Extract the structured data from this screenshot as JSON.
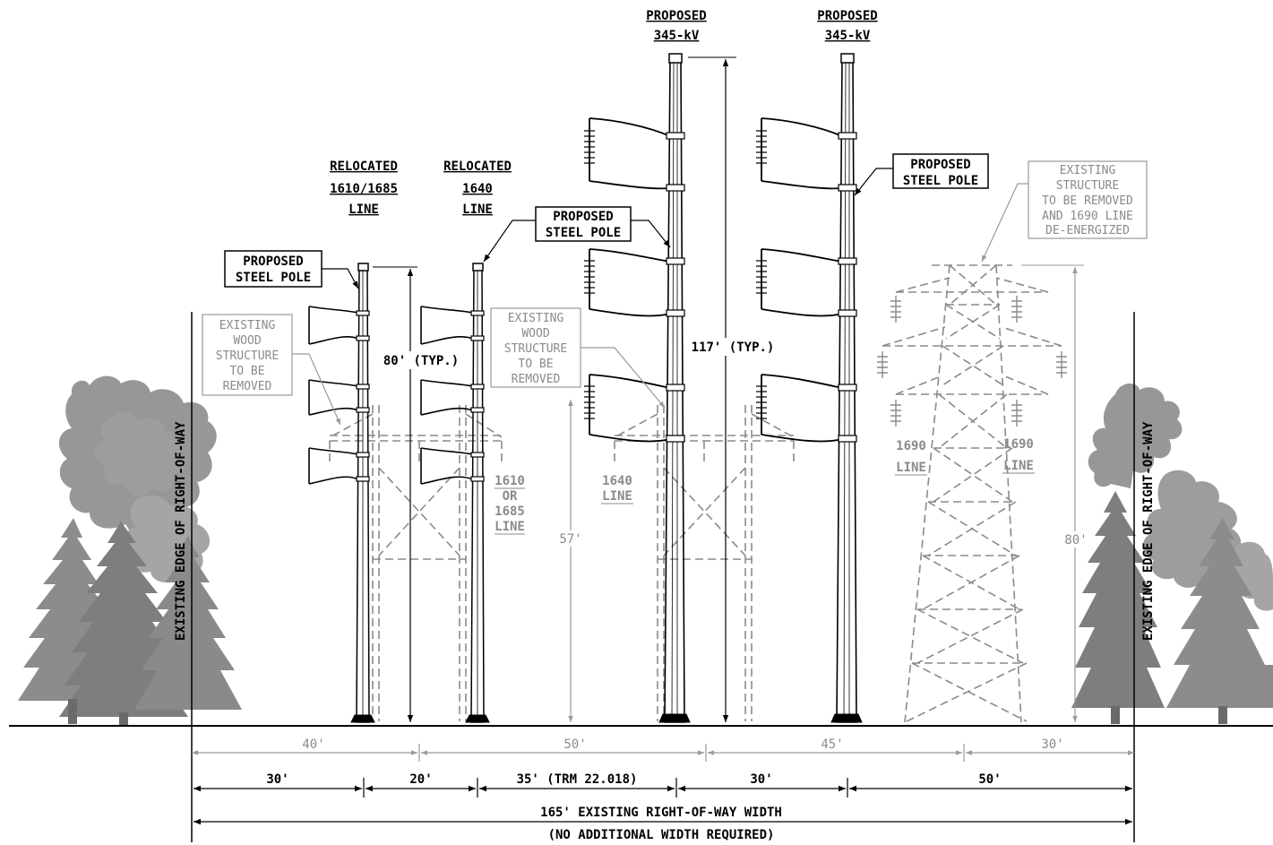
{
  "structures": {
    "relocated_1610": {
      "line1": "RELOCATED",
      "line2": "1610/1685",
      "line3": "LINE"
    },
    "relocated_1640": {
      "line1": "RELOCATED",
      "line2": "1640",
      "line3": "LINE"
    },
    "proposed_345_a": {
      "line1": "PROPOSED",
      "line2": "345-kV"
    },
    "proposed_345_b": {
      "line1": "PROPOSED",
      "line2": "345-kV"
    }
  },
  "callouts": {
    "steel_pole_1": {
      "line1": "PROPOSED",
      "line2": "STEEL POLE"
    },
    "steel_pole_2": {
      "line1": "PROPOSED",
      "line2": "STEEL POLE"
    },
    "steel_pole_3": {
      "line1": "PROPOSED",
      "line2": "STEEL POLE"
    },
    "wood_1": {
      "line1": "EXISTING",
      "line2": "WOOD",
      "line3": "STRUCTURE",
      "line4": "TO BE",
      "line5": "REMOVED"
    },
    "wood_2": {
      "line1": "EXISTING",
      "line2": "WOOD",
      "line3": "STRUCTURE",
      "line4": "TO BE",
      "line5": "REMOVED"
    },
    "tower": {
      "line1": "EXISTING",
      "line2": "STRUCTURE",
      "line3": "TO BE REMOVED",
      "line4": "AND 1690 LINE",
      "line5": "DE-ENERGIZED"
    }
  },
  "line_labels": {
    "l1610": {
      "line1": "1610",
      "line2": "OR",
      "line3": "1685",
      "line4": "LINE"
    },
    "l1640": {
      "line1": "1640",
      "line2": "LINE"
    },
    "l1690_left": {
      "line1": "1690",
      "line2": "LINE"
    },
    "l1690_right": {
      "line1": "1690",
      "line2": "LINE"
    }
  },
  "heights": {
    "h80_typ": "80' (TYP.)",
    "h117_typ": "117' (TYP.)",
    "h57": "57'",
    "h80": "80'"
  },
  "edge_label": "EXISTING EDGE OF RIGHT-OF-WAY",
  "existing_spacing": [
    "40'",
    "50'",
    "45'",
    "30'"
  ],
  "proposed_spacing": [
    "30'",
    "20'",
    "35' (TRM 22.018)",
    "30'",
    "50'"
  ],
  "row_width": {
    "line1": "165' EXISTING RIGHT-OF-WAY WIDTH",
    "line2": "(NO ADDITIONAL WIDTH REQUIRED)"
  },
  "colors": {
    "ink": "#000000",
    "existing": "#8a8a8a",
    "trees": "#8c8c8c"
  }
}
